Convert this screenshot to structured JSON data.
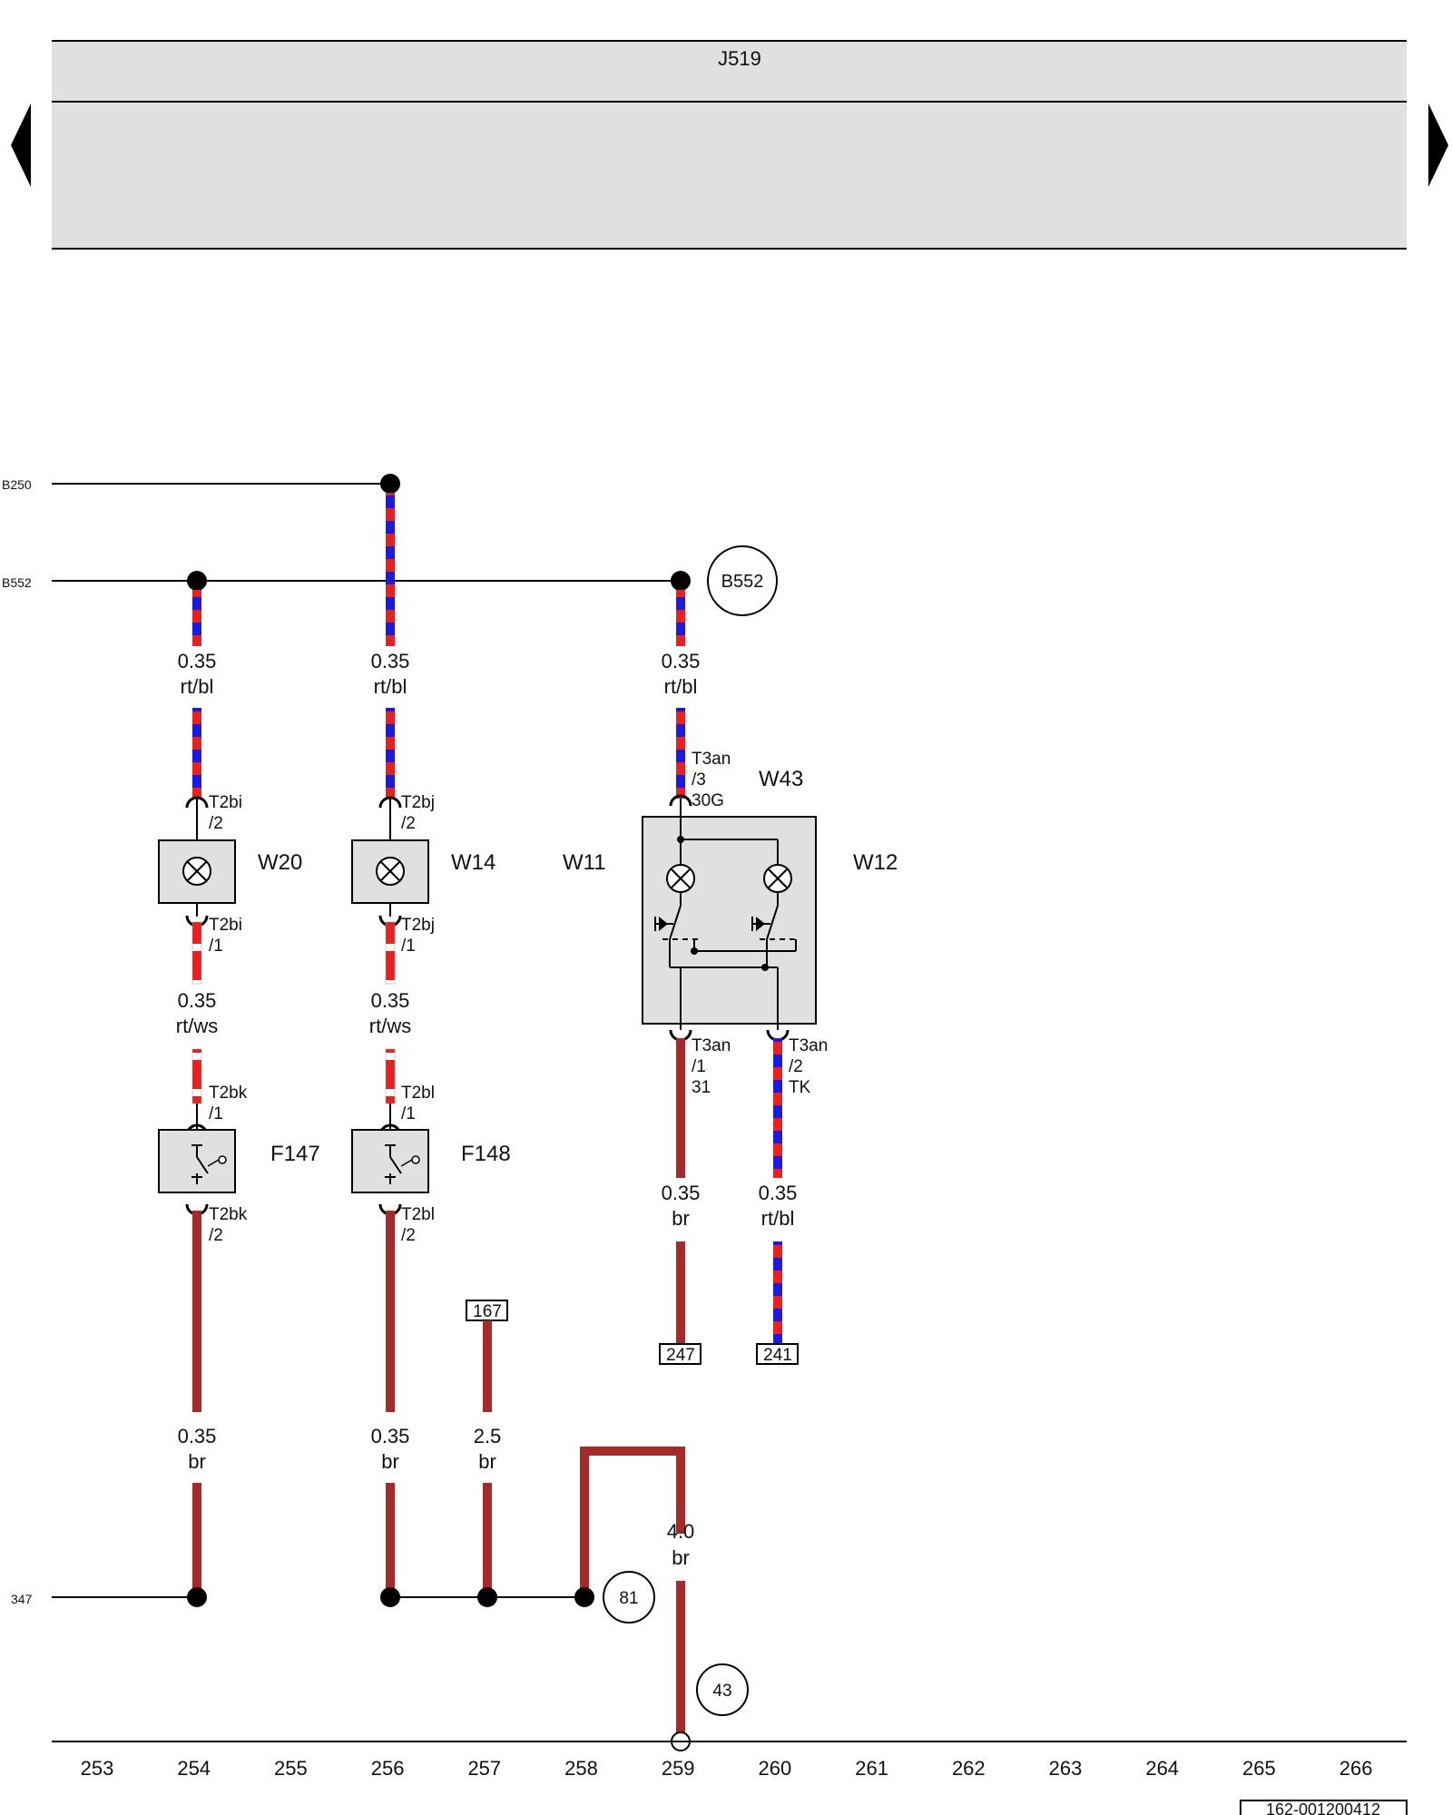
{
  "header": {
    "control_unit": "J519"
  },
  "buses": {
    "b250": "B250",
    "b552": "B552",
    "b552_marker": "B552",
    "ground_347": "347"
  },
  "components": {
    "w20": "W20",
    "w14": "W14",
    "w11": "W11",
    "w43": "W43",
    "w12": "W12",
    "f147": "F147",
    "f148": "F148"
  },
  "wires": {
    "w254_top": {
      "size": "0.35",
      "color": "rt/bl"
    },
    "w256_top": {
      "size": "0.35",
      "color": "rt/bl"
    },
    "w259_top": {
      "size": "0.35",
      "color": "rt/bl"
    },
    "w254_mid": {
      "size": "0.35",
      "color": "rt/ws"
    },
    "w256_mid": {
      "size": "0.35",
      "color": "rt/ws"
    },
    "w259_low": {
      "size": "0.35",
      "color": "br"
    },
    "w260_low": {
      "size": "0.35",
      "color": "rt/bl"
    },
    "w254_bot": {
      "size": "0.35",
      "color": "br"
    },
    "w256_bot": {
      "size": "0.35",
      "color": "br"
    },
    "w257_bot": {
      "size": "2.5",
      "color": "br"
    },
    "w259_gnd": {
      "size": "4.0",
      "color": "br"
    }
  },
  "connectors": {
    "t2bi_2": [
      "T2bi",
      "/2"
    ],
    "t2bi_1": [
      "T2bi",
      "/1"
    ],
    "t2bj_2": [
      "T2bj",
      "/2"
    ],
    "t2bj_1": [
      "T2bj",
      "/1"
    ],
    "t2bk_1": [
      "T2bk",
      "/1"
    ],
    "t2bk_2": [
      "T2bk",
      "/2"
    ],
    "t2bl_1": [
      "T2bl",
      "/1"
    ],
    "t2bl_2": [
      "T2bl",
      "/2"
    ],
    "t3an_3": [
      "T3an",
      "/3",
      "30G"
    ],
    "t3an_1": [
      "T3an",
      "/1",
      "31"
    ],
    "t3an_2": [
      "T3an",
      "/2",
      "TK"
    ]
  },
  "references": {
    "r167": "167",
    "r247": "247",
    "r241": "241"
  },
  "ground_points": {
    "g81": "81",
    "g43": "43"
  },
  "current_track": [
    "253",
    "254",
    "255",
    "256",
    "257",
    "258",
    "259",
    "260",
    "261",
    "262",
    "263",
    "264",
    "265",
    "266"
  ],
  "document_id": "162-001200412",
  "colors": {
    "red": "#e8201e",
    "blue": "#1a1ae0",
    "brown": "#a52a2a",
    "white": "#ffffff",
    "box_fill": "#e0e0e0"
  }
}
